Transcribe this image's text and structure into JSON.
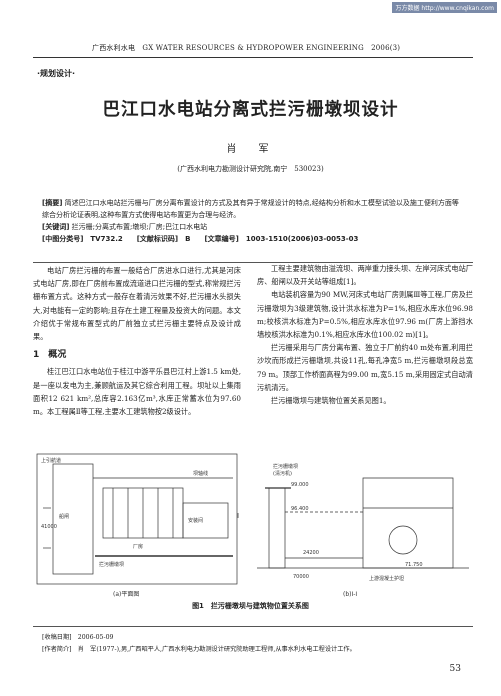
{
  "watermark": "万方数据 http://www.cnqikan.com",
  "header": "广西水利水电　GX WATER RESOURCES & HYDROPOWER ENGINEERING　2006(3)",
  "section_label": "·规划设计·",
  "title": "巴江口水电站分离式拦污栅墩坝设计",
  "author": "肖　军",
  "affiliation": "(广西水利电力勘测设计研究院,南宁　530023)",
  "abstract": {
    "label": "[摘要]",
    "text": "简述巴江口水电站拦污栅与厂房分离布置设计的方式及其有异于常规设计的特点,经结构分析和水工模型试验以及施工便利方面等综合分析论证表明,这种布置方式使得电站布置更为合理与经济。",
    "keywords_label": "[关键词]",
    "keywords": "拦污栅;分离式布置;墩坝;厂房;巴江口水电站",
    "meta": "[中图分类号]　TV732.2　　[文献标识码]　B　　[文章编号]　1003-1510(2006)03-0053-03"
  },
  "left_column": {
    "intro": "电站厂房拦污栅的布置一般结合厂房进水口进行,尤其是河床式电站厂房,即在厂房前布置成流道进口拦污栅的型式,称常规拦污栅布置方式。这种方式一般存在着清污效果不好,拦污栅水头损失大,对电能有一定的影响;且存在土建工程量及投资大的问题。本文介绍优于常规布置型式的厂前独立式拦污栅主要特点及设计成果。",
    "section_heading": "1　概况",
    "overview": "桂江巴江口水电站位于桂江中游平乐县巴江村上游1.5 km处,是一座以发电为主,兼顾航运及其它综合利用工程。坝址以上集雨面积12 621 km²,总库容2.163亿m³,水库正常蓄水位为97.60 m。本工程属Ⅱ等工程,主要水工建筑物按2级设计。"
  },
  "right_column": {
    "p1": "工程主要建筑物由溢流坝、两岸重力接头坝、左岸河床式电站厂房、船闸以及开关站等组成[1]。",
    "p2": "电站装机容量为90 MW,河床式电站厂房则属Ⅲ等工程,厂房及拦污栅墩坝为3级建筑物,设计洪水标准为P=1%,相应水库水位96.98 m;校核洪水标准为P=0.5%,相应水库水位97.96 m(厂房上游挡水墙校核洪水标准为0.1%,相应水库水位100.02 m)[1]。",
    "p3": "拦污栅采用与厂房分离布置、独立于厂前约40 m处布置,利用拦沙坎而形成拦污栅墩坝,共设11孔,每孔净宽5 m,拦污栅墩坝段总宽79 m。顶部工作桥面高程为99.00 m,宽5.15 m,采用固定式自动清污机清污。",
    "p4": "拦污栅墩坝与建筑物位置关系见图1。"
  },
  "figure": {
    "labels": {
      "a_caption": "(a)平面图",
      "b_caption": "(b)Ⅰ-Ⅰ",
      "upstream": "上引航道",
      "lock": "船闸",
      "dam_line": "坝轴线",
      "powerhouse": "厂房",
      "rack_left": "拦污栅墩坝",
      "bay": "安装间",
      "rack_section": "拦污栅墩坝",
      "gate_section": "(清污机)",
      "dim_1": "24200",
      "dim_2": "41000",
      "dim_3": "70000",
      "elev_1": "99.000",
      "elev_2": "96.400",
      "elev_3": "71.750",
      "bottom_note": "上游混凝土护坦",
      "section_mark": "I"
    }
  },
  "figure_caption": "图1　拦污栅墩坝与建筑物位置关系图",
  "footnotes": {
    "received": "[收稿日期]　2006-05-09",
    "author_bio": "[作者简介]　肖　军(1977-),男,广西昭平人,广西水利电力勘测设计研究院助理工程师,从事水利水电工程设计工作。"
  },
  "page_number": "53"
}
